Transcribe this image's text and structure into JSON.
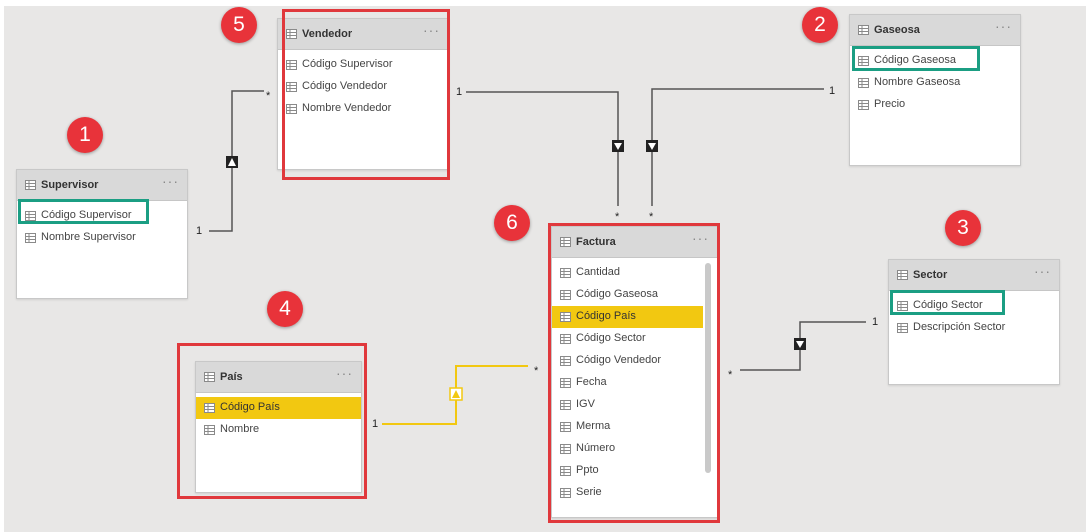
{
  "tables": {
    "supervisor": {
      "name": "Supervisor",
      "fields": [
        "Código Supervisor",
        "Nombre Supervisor"
      ]
    },
    "vendedor": {
      "name": "Vendedor",
      "fields": [
        "Código Supervisor",
        "Código Vendedor",
        "Nombre Vendedor"
      ]
    },
    "gaseosa": {
      "name": "Gaseosa",
      "fields": [
        "Código Gaseosa",
        "Nombre Gaseosa",
        "Precio"
      ]
    },
    "factura": {
      "name": "Factura",
      "fields": [
        "Cantidad",
        "Código Gaseosa",
        "Código País",
        "Código Sector",
        "Código Vendedor",
        "Fecha",
        "IGV",
        "Merma",
        "Número",
        "Ppto",
        "Serie"
      ]
    },
    "sector": {
      "name": "Sector",
      "fields": [
        "Código Sector",
        "Descripción Sector"
      ]
    },
    "pais": {
      "name": "País",
      "fields": [
        "Código País",
        "Nombre"
      ]
    }
  },
  "selected_fields": {
    "factura": "Código País",
    "pais": "Código País"
  },
  "table_menu": "···",
  "badges": [
    "1",
    "2",
    "3",
    "4",
    "5",
    "6"
  ],
  "cardinality": {
    "one": "1",
    "many": "*"
  },
  "icons": {
    "table": "table-icon",
    "field": "column-icon",
    "filter_single": "arrow-down-icon",
    "filter_up": "arrow-up-icon"
  },
  "colors": {
    "canvas": "#e8e7e6",
    "header": "#d9d9d9",
    "highlight_red": "#e0383c",
    "highlight_green": "#1b9e83",
    "selected_field": "#f2c811",
    "badge": "#e8333a",
    "relationship": "#555555",
    "active_relationship": "#f2c811"
  }
}
